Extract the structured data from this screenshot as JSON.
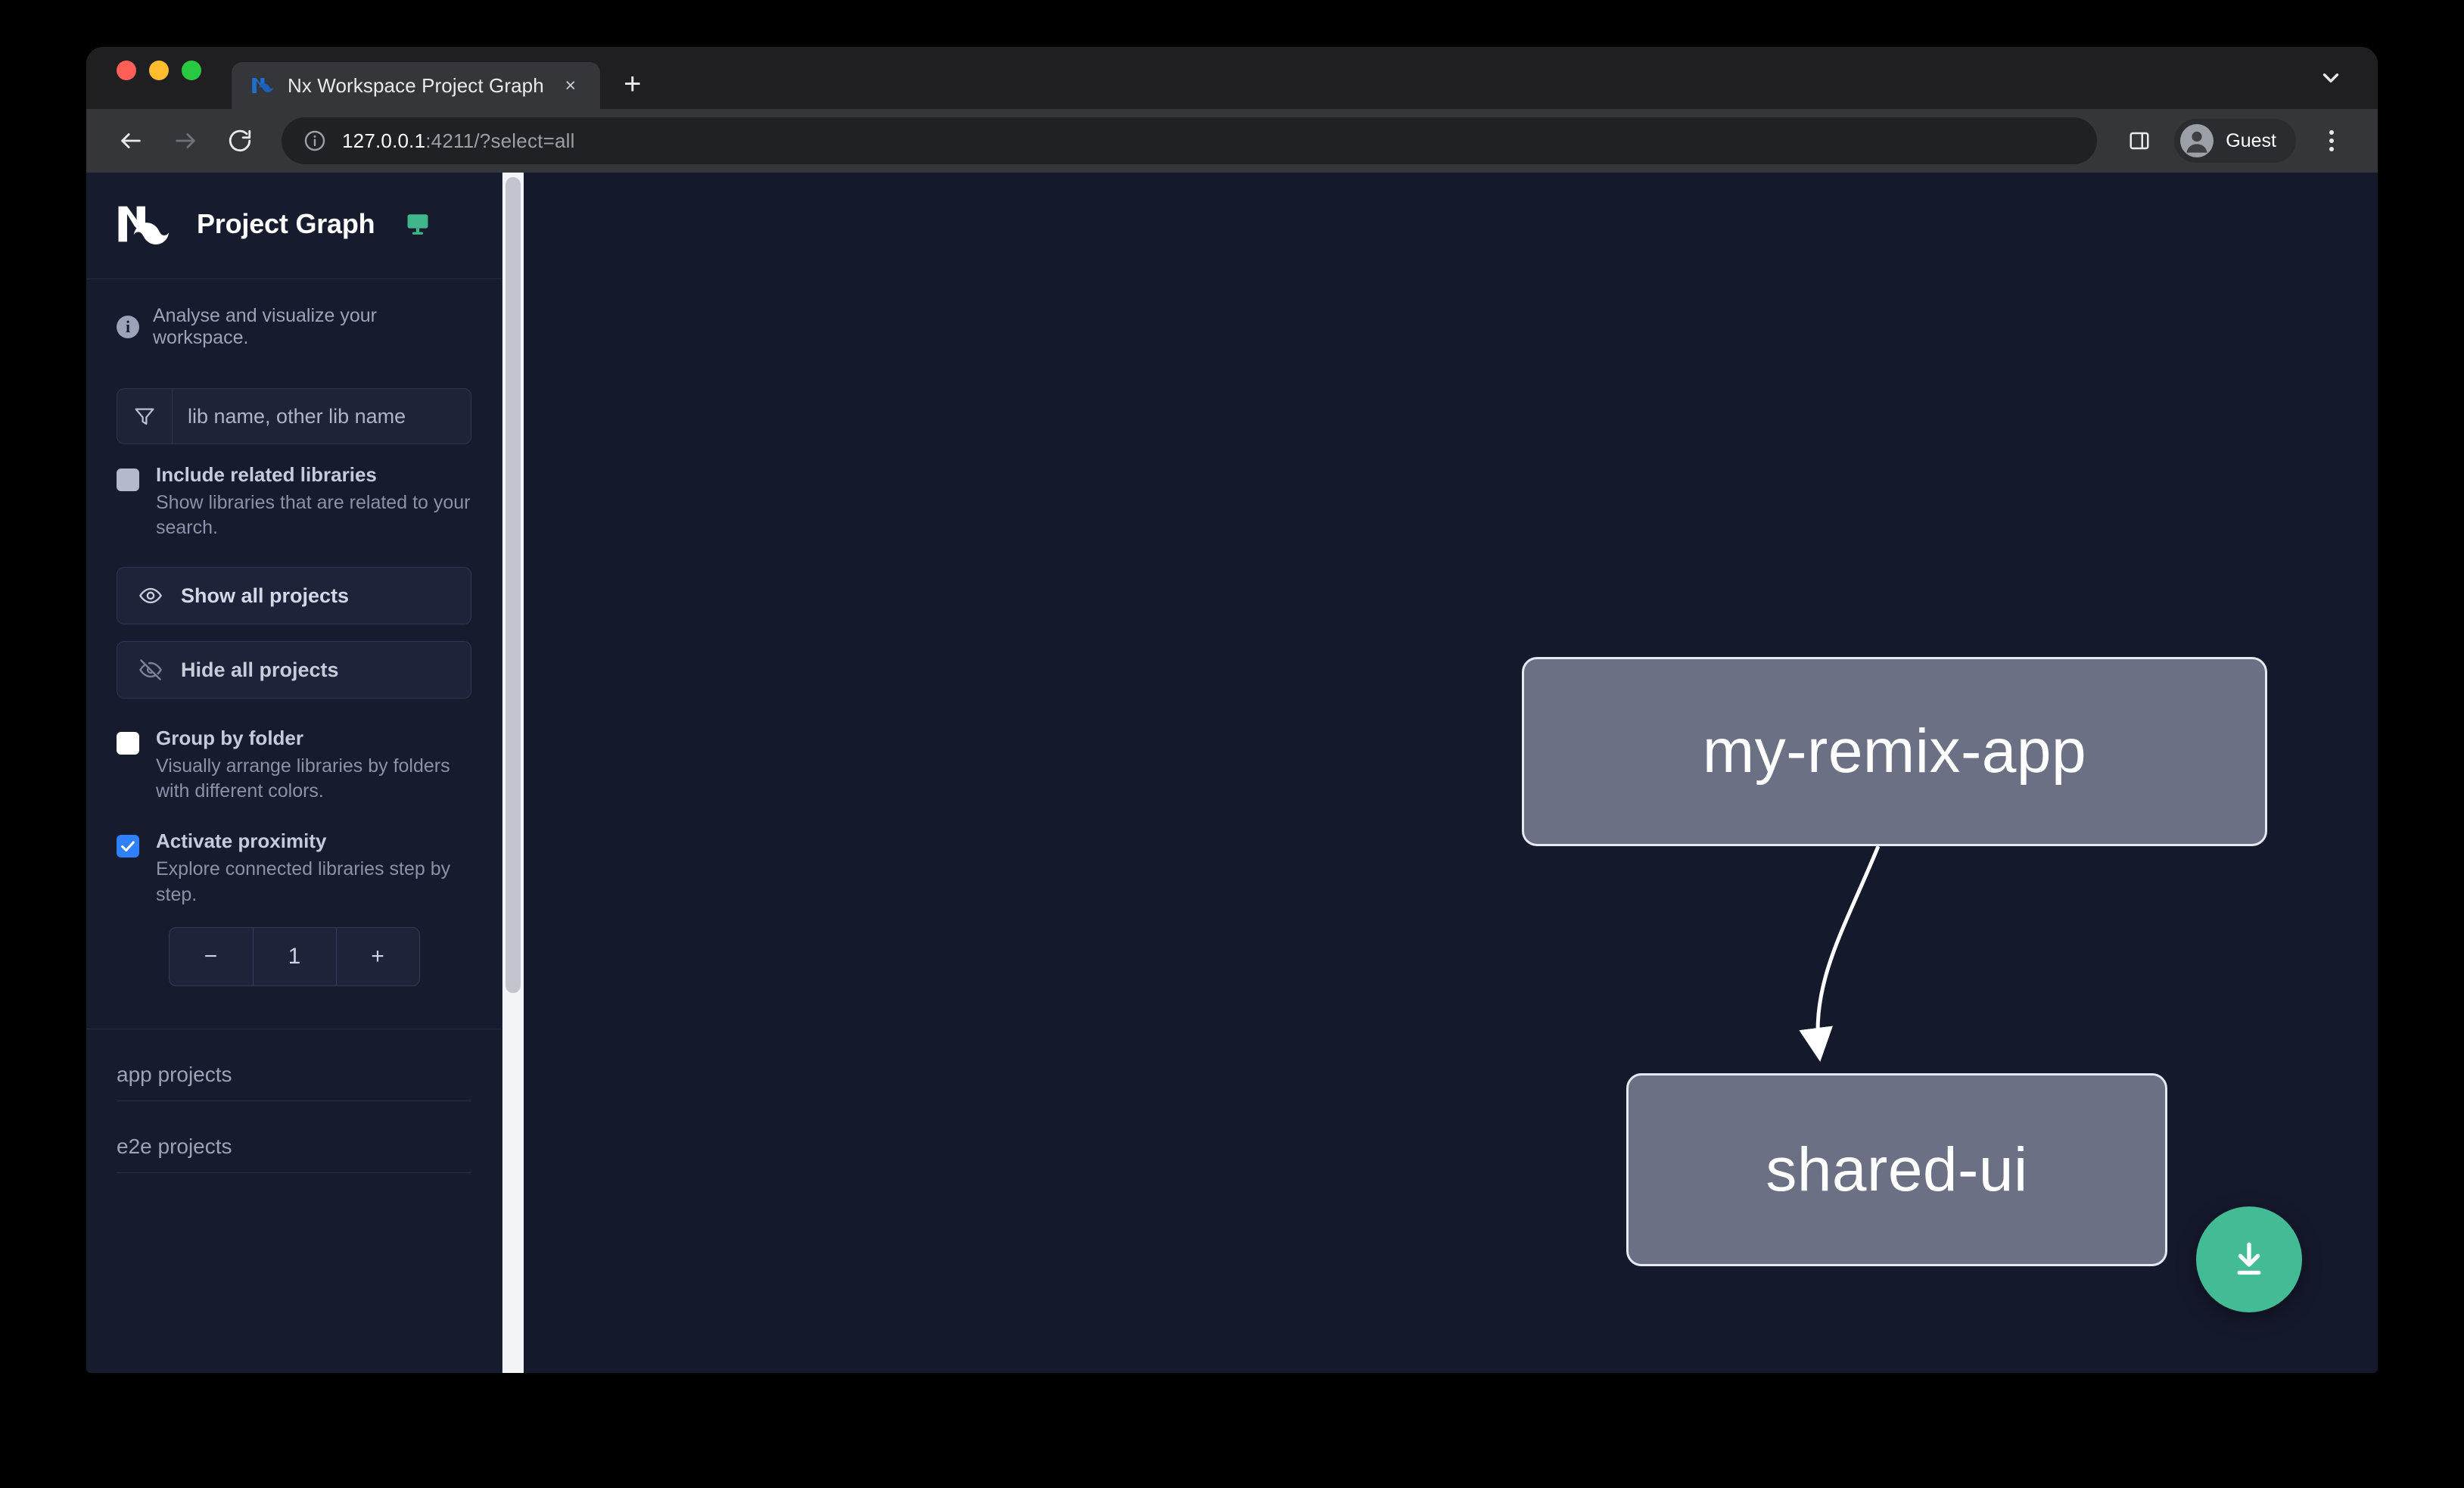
{
  "browser": {
    "traffic_lights": [
      "close",
      "minimize",
      "maximize"
    ],
    "tab": {
      "title": "Nx Workspace Project Graph",
      "favicon": "nx-favicon",
      "close_label": "×"
    },
    "new_tab_label": "+",
    "tab_list_icon": "chevron-down-icon",
    "toolbar": {
      "back_icon": "arrow-left-icon",
      "forward_icon": "arrow-right-icon",
      "reload_icon": "reload-icon",
      "site_info_icon": "info-icon",
      "url_host": "127.0.0.1",
      "url_rest": ":4211/?select=all",
      "side_panel_icon": "side-panel-icon",
      "profile_name": "Guest",
      "profile_avatar_icon": "person-icon",
      "menu_icon": "kebab-menu-icon"
    }
  },
  "sidebar": {
    "brand": {
      "logo_icon": "nx-logo",
      "title": "Project Graph",
      "monitor_icon": "monitor-icon"
    },
    "tagline": {
      "icon": "info-icon",
      "text": "Analyse and visualize your workspace."
    },
    "filter": {
      "icon": "funnel-icon",
      "placeholder": "lib name, other lib name",
      "value": ""
    },
    "options": [
      {
        "id": "include-related-libraries",
        "label": "Include related libraries",
        "description": "Show libraries that are related to your search.",
        "state": "muted"
      },
      {
        "id": "group-by-folder",
        "label": "Group by folder",
        "description": "Visually arrange libraries by folders with different colors.",
        "state": "unchecked"
      },
      {
        "id": "activate-proximity",
        "label": "Activate proximity",
        "description": "Explore connected libraries step by step.",
        "state": "checked"
      }
    ],
    "buttons": [
      {
        "id": "show-all-projects",
        "label": "Show all projects",
        "icon": "eye-icon"
      },
      {
        "id": "hide-all-projects",
        "label": "Hide all projects",
        "icon": "eye-slash-icon"
      }
    ],
    "stepper": {
      "decrement_label": "−",
      "value": "1",
      "increment_label": "+"
    },
    "groups": [
      {
        "id": "app-projects",
        "label": "app projects"
      },
      {
        "id": "e2e-projects",
        "label": "e2e projects"
      }
    ]
  },
  "graph": {
    "nodes": [
      {
        "id": "my-remix-app",
        "label": "my-remix-app",
        "type": "app"
      },
      {
        "id": "shared-ui",
        "label": "shared-ui",
        "type": "lib"
      }
    ],
    "edges": [
      {
        "from": "my-remix-app",
        "to": "shared-ui"
      }
    ],
    "download_button": {
      "icon": "download-icon",
      "color": "#43bb94"
    }
  },
  "colors": {
    "page_background": "#15192c",
    "sidebar_background": "#161b2e",
    "node_fill": "#6b7084",
    "node_border": "#e7e9f2",
    "accent_green": "#43bb94",
    "accent_blue": "#2f80ff",
    "monitor_icon": "#3fb68b"
  }
}
